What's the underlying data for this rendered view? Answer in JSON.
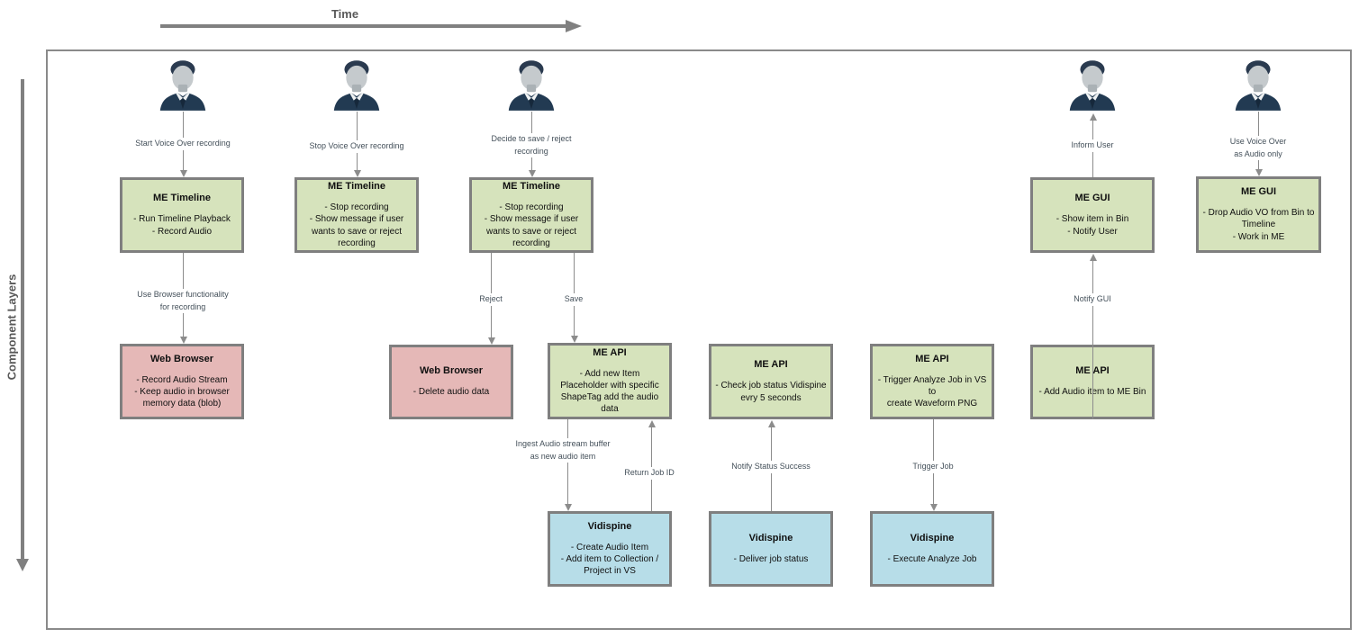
{
  "axes": {
    "time_label": "Time",
    "component_layers_label": "Component Layers"
  },
  "colors": {
    "green": "#d6e3bc",
    "red": "#e5b8b7",
    "blue": "#b7dde8",
    "border": "#7f7f7f",
    "arrow": "#8c8c8c"
  },
  "icons": {
    "actor": "businessman-icon"
  },
  "boxes": [
    {
      "title": "ME Timeline",
      "body": "- Run Timeline Playback\n- Record Audio"
    },
    {
      "title": "ME Timeline",
      "body": "- Stop recording\n- Show message if user\nwants to save or reject\nrecording"
    },
    {
      "title": "ME Timeline",
      "body": "- Stop recording\n- Show message if user\nwants to save or reject\nrecording"
    },
    {
      "title": "Web Browser",
      "body": "- Record Audio Stream\n- Keep audio in browser\nmemory data (blob)"
    },
    {
      "title": "Web Browser",
      "body": "- Delete audio data"
    },
    {
      "title": "ME API",
      "body": "- Add new Item\nPlaceholder with specific\nShapeTag  add the audio\ndata"
    },
    {
      "title": "ME API",
      "body": "- Check job status Vidispine\nevry 5 seconds"
    },
    {
      "title": "ME API",
      "body": "- Trigger Analyze Job in VS to\ncreate Waveform PNG"
    },
    {
      "title": "ME API",
      "body": "- Add Audio item to ME Bin"
    },
    {
      "title": "ME GUI",
      "body": "- Show item in Bin\n- Notify User"
    },
    {
      "title": "ME GUI",
      "body": "- Drop Audio VO from Bin to\nTimeline\n- Work in ME"
    },
    {
      "title": "Vidispine",
      "body": "- Create Audio Item\n- Add item to Collection /\nProject in VS"
    },
    {
      "title": "Vidispine",
      "body": "- Deliver job status"
    },
    {
      "title": "Vidispine",
      "body": "- Execute Analyze Job"
    }
  ],
  "edge_labels": {
    "start_vo": "Start Voice Over recording",
    "stop_vo": "Stop Voice Over recording",
    "decide": "Decide to save / reject\nrecording",
    "use_browser": "Use Browser functionality\nfor recording",
    "reject": "Reject",
    "save": "Save",
    "ingest": "Ingest Audio stream buffer\nas new audio item",
    "return_job_id": "Return Job ID",
    "notify_status": "Notify Status Success",
    "trigger_job": "Trigger Job",
    "notify_gui": "Notify GUI",
    "inform_user": "Inform User",
    "use_vo": "Use Voice Over\nas Audio only"
  }
}
